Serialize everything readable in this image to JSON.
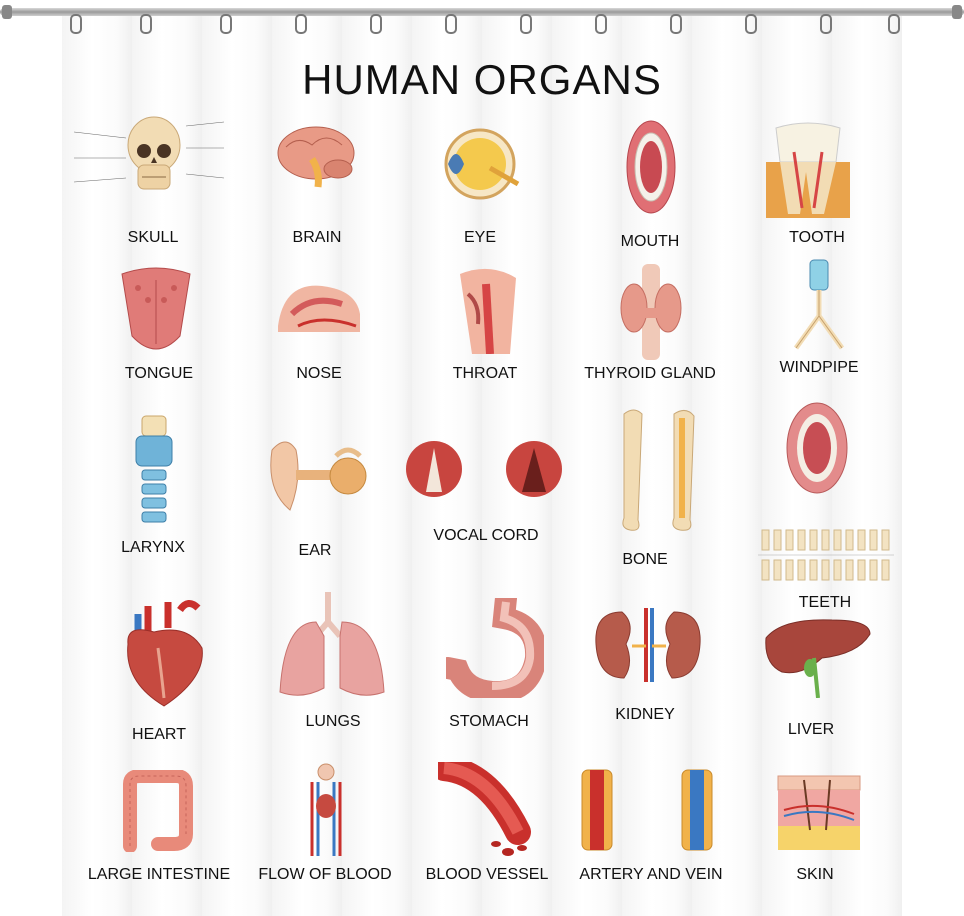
{
  "title": "HUMAN ORGANS",
  "colors": {
    "flesh": "#e58a7c",
    "bone": "#f2dcb4",
    "blood": "#c9302c",
    "vein": "#3a78c2",
    "liver": "#a8463c",
    "gold": "#f1b24a"
  },
  "organs": [
    {
      "name": "SKULL"
    },
    {
      "name": "BRAIN"
    },
    {
      "name": "EYE"
    },
    {
      "name": "MOUTH"
    },
    {
      "name": "TOOTH"
    },
    {
      "name": "TONGUE"
    },
    {
      "name": "NOSE"
    },
    {
      "name": "THROAT"
    },
    {
      "name": "THYROID GLAND"
    },
    {
      "name": "WINDPIPE"
    },
    {
      "name": "LARYNX"
    },
    {
      "name": "EAR"
    },
    {
      "name": "VOCAL CORD"
    },
    {
      "name": "BONE"
    },
    {
      "name": "TEETH"
    },
    {
      "name": "HEART"
    },
    {
      "name": "LUNGS"
    },
    {
      "name": "STOMACH"
    },
    {
      "name": "KIDNEY"
    },
    {
      "name": "LIVER"
    },
    {
      "name": "LARGE INTESTINE"
    },
    {
      "name": "FLOW OF BLOOD"
    },
    {
      "name": "BLOOD VESSEL"
    },
    {
      "name": "ARTERY AND VEIN"
    },
    {
      "name": "SKIN"
    }
  ]
}
